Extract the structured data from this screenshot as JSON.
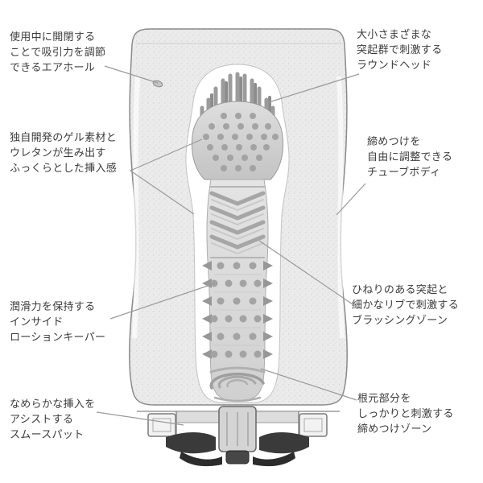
{
  "labels": {
    "left": [
      {
        "id": "air-hole",
        "lines": [
          "使用中に開閉する",
          "ことで吸引力を調節",
          "できるエアホール"
        ]
      },
      {
        "id": "gel-material",
        "lines": [
          "独自開発のゲル素材と",
          "ウレタンが生み出す",
          "ふっくらとした挿入感"
        ]
      },
      {
        "id": "lotion-keeper",
        "lines": [
          "潤滑力を保持する",
          "インサイド",
          "ローションキーパー"
        ]
      },
      {
        "id": "smooth-pad",
        "lines": [
          "なめらかな挿入を",
          "アシストする",
          "スムースパット"
        ]
      }
    ],
    "right": [
      {
        "id": "round-head",
        "lines": [
          "大小さまざまな",
          "突起群で刺激する",
          "ラウンドヘッド"
        ]
      },
      {
        "id": "tube-body",
        "lines": [
          "締めつけを",
          "自由に調整できる",
          "チューブボディ"
        ]
      },
      {
        "id": "brushing-zone",
        "lines": [
          "ひねりのある突起と",
          "細かなリブで刺激する",
          "ブラッシングゾーン"
        ]
      },
      {
        "id": "tightening-zone",
        "lines": [
          "根元部分を",
          "しっかりと刺激する",
          "締めつけゾーン"
        ]
      }
    ]
  },
  "colors": {
    "background": "#ffffff",
    "text": "#3b3b3b",
    "leader_line": "#9a9a9a",
    "cup_fill": "#ebebeb",
    "cup_outline": "#8a8a8a",
    "texture_gray": "#a3a3a3",
    "base_dark": "#333333"
  }
}
